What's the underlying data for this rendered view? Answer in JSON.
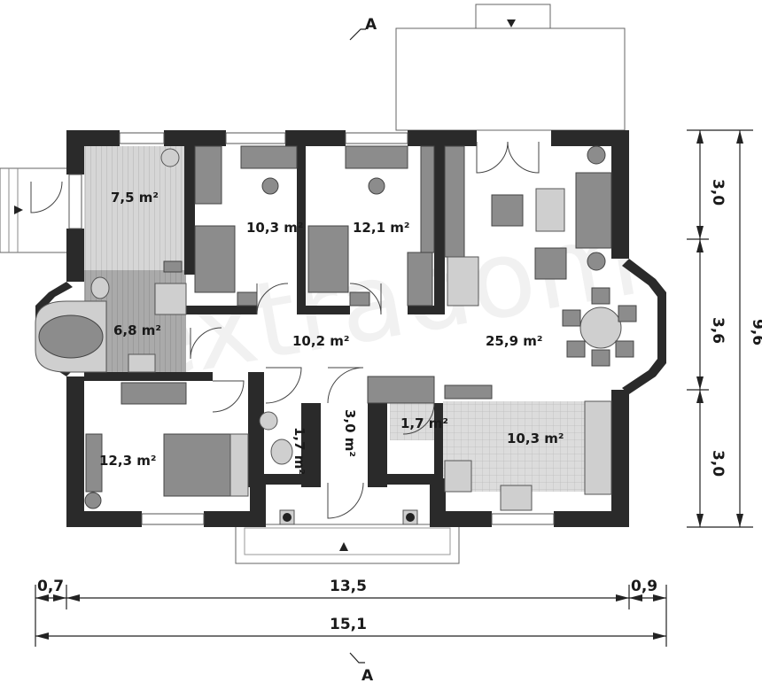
{
  "section_marker": "A",
  "rooms": {
    "utility": "7,5 m²",
    "bedroom_left": "10,3 m²",
    "bedroom_right": "12,1 m²",
    "bathroom": "6,8 m²",
    "hall": "10,2 m²",
    "living": "25,9 m²",
    "bedroom_master": "12,3 m²",
    "wc": "1,7 m²",
    "closet": "3,0 m²",
    "pantry": "1,7 m²",
    "kitchen": "10,3 m²"
  },
  "dimensions": {
    "right_seg_top": "3,0",
    "right_seg_mid": "3,6",
    "right_seg_bottom": "3,0",
    "right_total": "9,6",
    "bottom_left": "0,7",
    "bottom_mid": "13,5",
    "bottom_right": "0,9",
    "bottom_total": "15,1"
  },
  "watermark": "extradom",
  "colors": {
    "wall": "#2a2a2a",
    "floor_utility": "#d0d0d0",
    "floor_bath": "#a8a8a8",
    "floor_kitchen": "#d9d9d9"
  }
}
